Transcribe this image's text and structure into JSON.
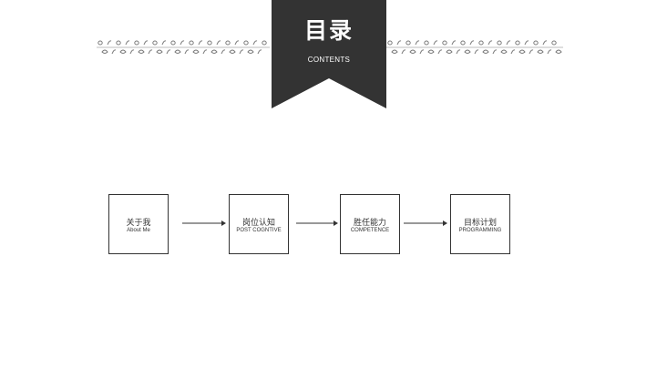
{
  "header": {
    "title": "目录",
    "subtitle": "CONTENTS",
    "banner_color": "#333333",
    "ornament": "decorative-divider"
  },
  "flow": {
    "steps": [
      {
        "cn": "关于我",
        "en": "About Me"
      },
      {
        "cn": "岗位认知",
        "en": "POST COGNTIVE"
      },
      {
        "cn": "胜任能力",
        "en": "COMPETENCE"
      },
      {
        "cn": "目标计划",
        "en": "PROGRAMMING"
      }
    ],
    "arrow_icon": "right-arrow-icon",
    "line_color": "#333333"
  }
}
